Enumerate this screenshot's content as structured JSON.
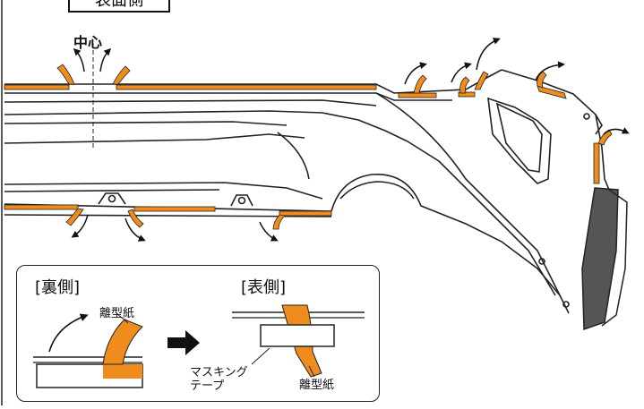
{
  "title": "表面側",
  "center_label": "中心",
  "inset": {
    "back_title": "[裏側]",
    "front_title": "[表側]",
    "back_paper_label": "離型紙",
    "masking_tape_label": "マスキング テープ",
    "front_paper_label": "離型紙"
  },
  "colors": {
    "tape": "#f08c1e",
    "line": "#222222",
    "dark_panel": "#555555",
    "arrow": "#111111"
  },
  "icons": [
    "peel-arrow-icon",
    "right-arrow-icon"
  ]
}
